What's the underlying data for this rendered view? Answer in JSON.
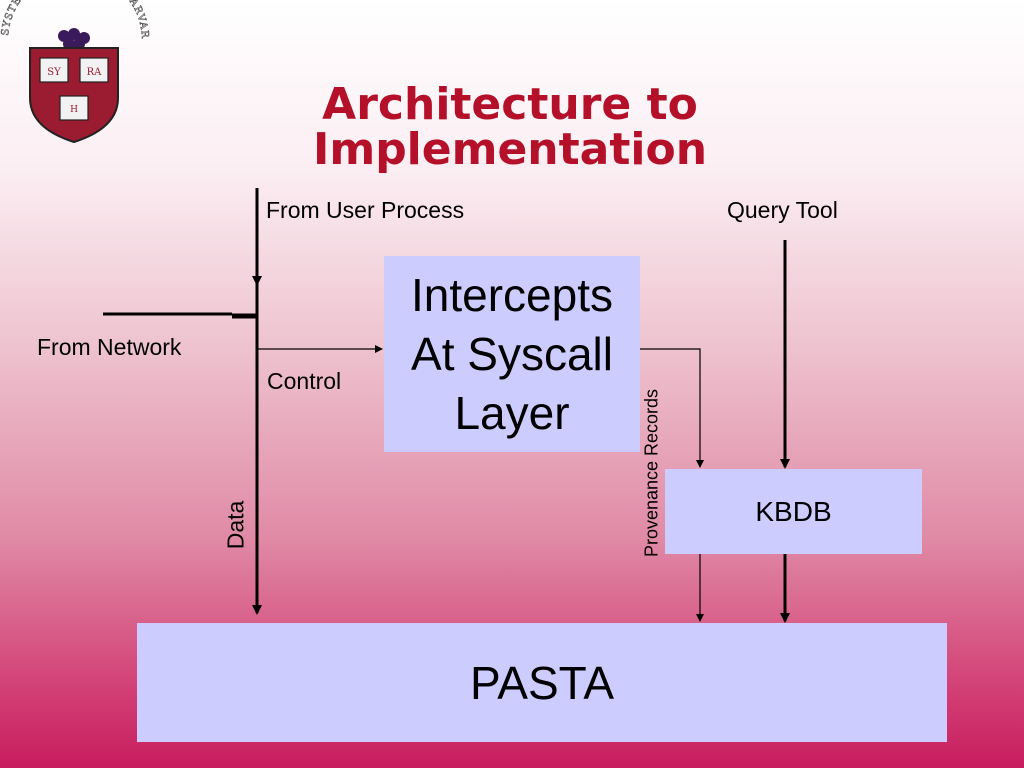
{
  "title": {
    "line1": "Architecture to",
    "line2": "Implementation"
  },
  "logo": {
    "arc_text": "SYSTEMS RESEARCH AT HARVARD",
    "shield_left": "SY",
    "shield_right": "RA",
    "shield_bottom": "H"
  },
  "labels": {
    "from_user_process": "From User Process",
    "query_tool": "Query Tool",
    "from_network": "From Network",
    "control": "Control",
    "data": "Data",
    "provenance_records": "Provenance Records"
  },
  "boxes": {
    "intercepts": [
      "Intercepts",
      "At Syscall",
      "Layer"
    ],
    "kbdb": "KBDB",
    "pasta": "PASTA"
  },
  "colors": {
    "title": "#b5102a",
    "box_fill": "#ccccff",
    "shield": "#9b1b30"
  }
}
